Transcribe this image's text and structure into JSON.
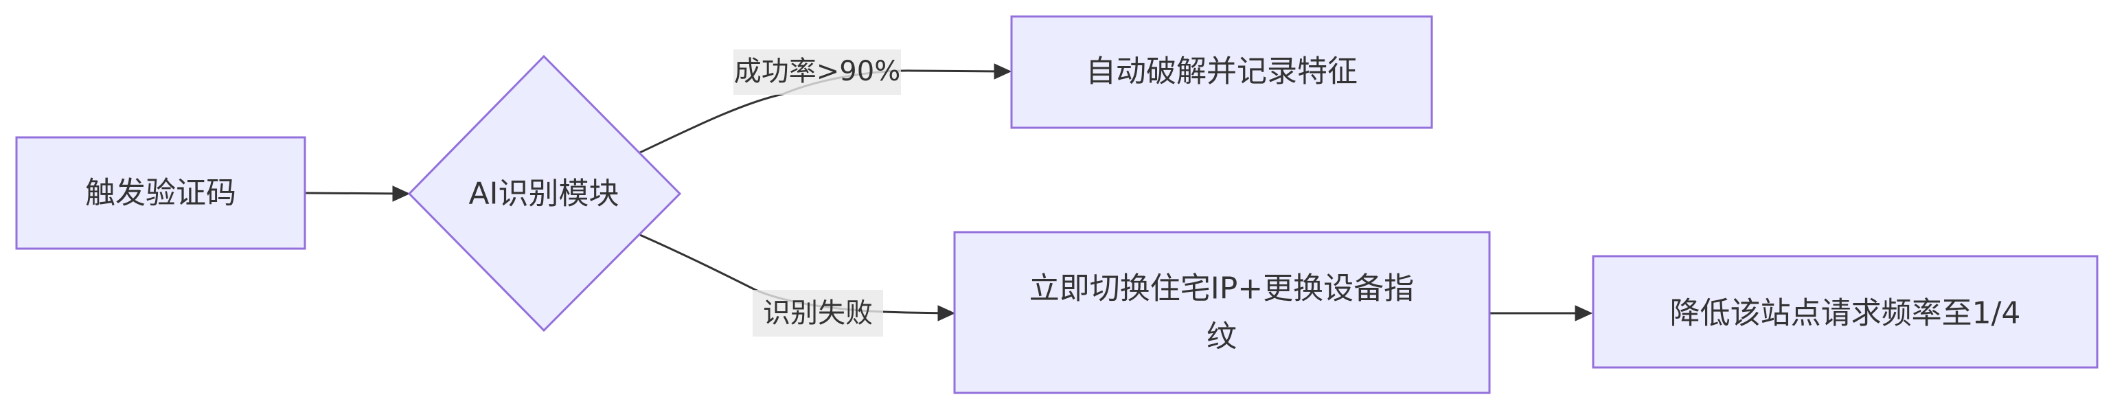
{
  "nodes": {
    "trigger": "触发验证码",
    "ai_module": "AI识别模块",
    "crack": "自动破解并记录特征",
    "switch_line1": "立即切换住宅IP+更换设备指",
    "switch_line2": "纹",
    "reduce": "降低该站点请求频率至1/4"
  },
  "edges": {
    "success": "成功率>90%",
    "fail": "识别失败"
  },
  "colors": {
    "node_fill": "#ECECFF",
    "node_stroke": "#9370DB",
    "edge": "#333333",
    "label_bg": "#E8E8E8"
  }
}
